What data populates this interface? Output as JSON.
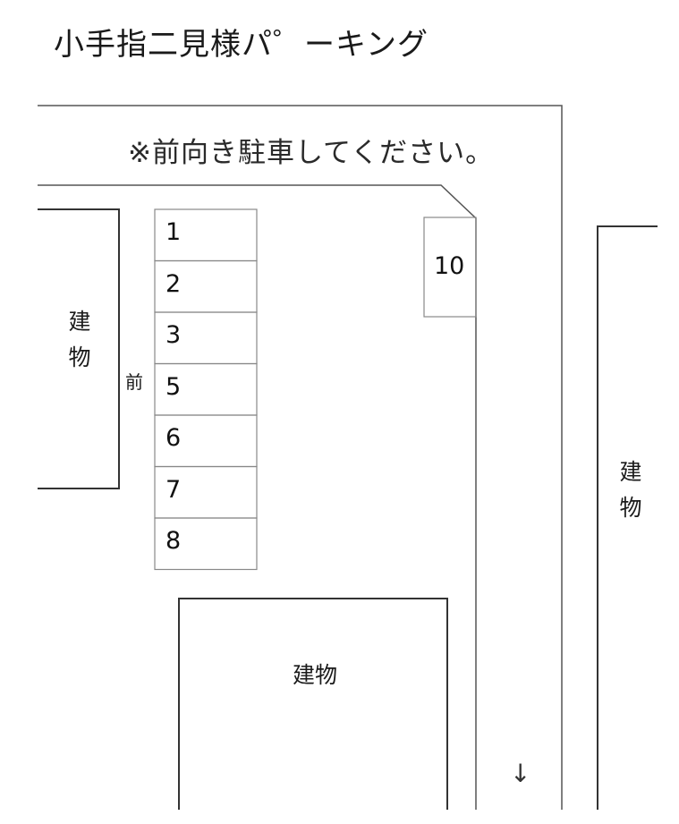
{
  "title": "小手指二見様パ゜ーキング",
  "notice": "※前向き駐車してください。",
  "front_label": "前",
  "buildings": {
    "left": "建物",
    "right": "建物",
    "bottom": "建物"
  },
  "spaces": [
    "1",
    "2",
    "3",
    "5",
    "6",
    "7",
    "8"
  ],
  "space_ten": "10",
  "arrow": "↓",
  "colors": {
    "line": "#333333",
    "stall_border": "#888888"
  }
}
